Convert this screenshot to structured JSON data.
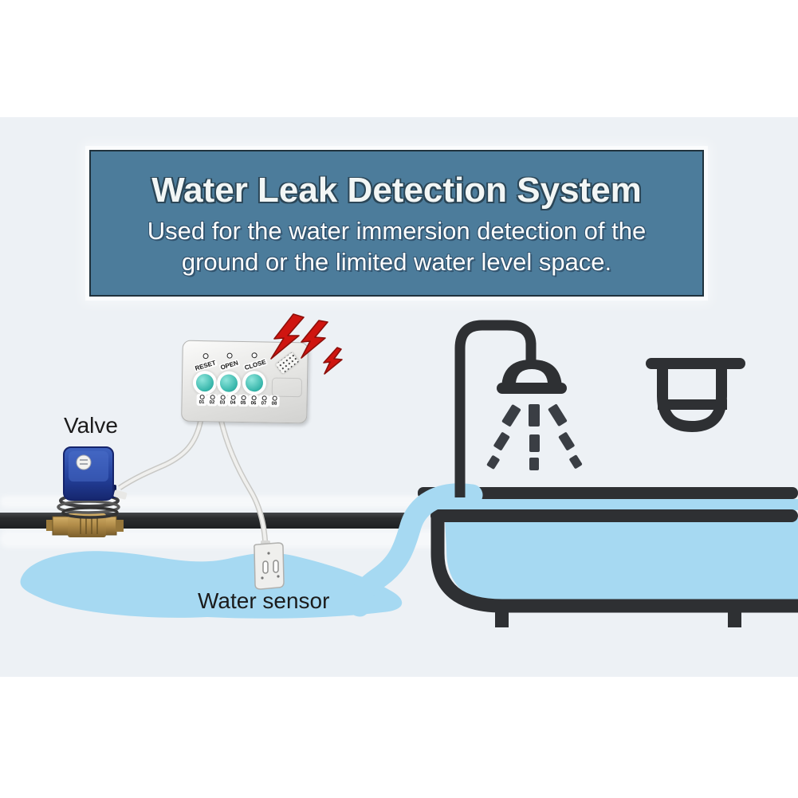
{
  "banner": {
    "title": "Water Leak Detection System",
    "subtitle_line1": "Used for the water immersion detection of the",
    "subtitle_line2": "ground or the limited water level space."
  },
  "device_labels": {
    "valve": "Valve",
    "water_sensor": "Water sensor"
  },
  "control_panel": {
    "buttons": [
      {
        "label": "RESET"
      },
      {
        "label": "OPEN"
      },
      {
        "label": "CLOSE"
      }
    ],
    "channels": [
      "01",
      "02",
      "03",
      "04",
      "05",
      "06",
      "07",
      "08"
    ]
  },
  "icons": {
    "alarm": "alarm-lightning-icon",
    "shower": "shower-icon",
    "bathtub": "bathtub-icon",
    "sink": "sink-icon",
    "valve": "motorized-valve-icon",
    "sensor": "water-sensor-icon"
  },
  "colors": {
    "band_bg": "#edf1f5",
    "banner_bg": "#4c7c9b",
    "water": "#a6d9f2",
    "dark": "#2e3033",
    "alarm_red": "#cf1510",
    "button_teal": "#35b5aa",
    "actuator_blue": "#2a4496",
    "brass": "#b6914f"
  }
}
